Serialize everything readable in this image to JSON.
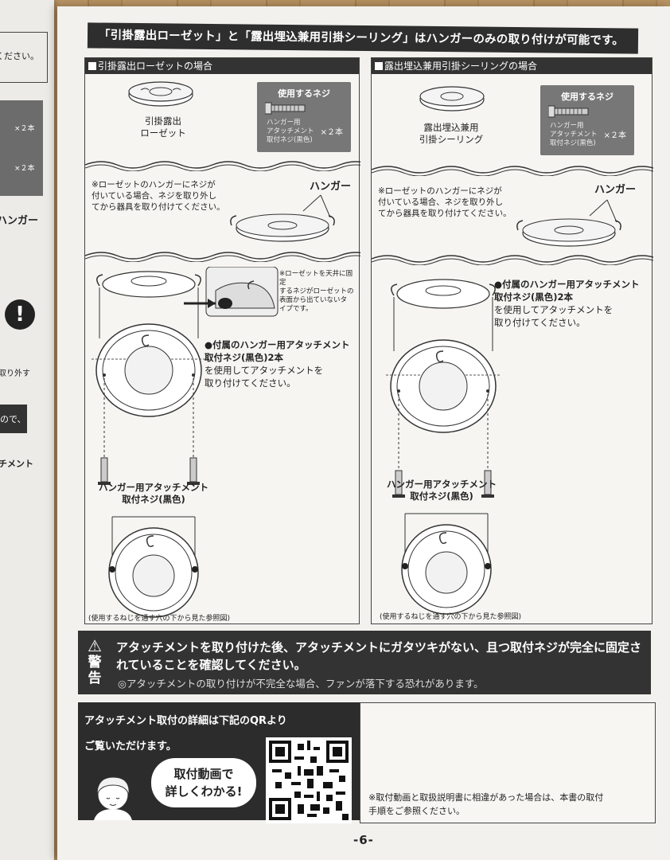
{
  "banner": "「引掛露出ローゼット」と「露出埋込兼用引掛シーリング」はハンガーのみの取り付けが可能です。",
  "left_panel": {
    "heading": "引掛露出ローゼットの場合",
    "part_name_1": "引掛露出",
    "part_name_2": "ローゼット",
    "screw_title": "使用するネジ",
    "screw_desc_1": "ハンガー用",
    "screw_desc_2": "アタッチメント",
    "screw_desc_3": "取付ネジ(黒色)",
    "screw_qty": "×２本",
    "note_1": "※ローゼットのハンガーにネジが",
    "note_2": "付いている場合、ネジを取り外し",
    "note_3": "てから器具を取り付けてください。",
    "hanger": "ハンガー",
    "small_note_1": "※ローゼットを天井に固定",
    "small_note_2": "するネジがローゼットの",
    "small_note_3": "表面から出ていないタ",
    "small_note_4": "イプです。",
    "instr_1": "●付属のハンガー用アタッチメント",
    "instr_2": "取付ネジ(黒色)2本",
    "instr_3": "を使用してアタッチメントを",
    "instr_4": "取り付けてください。",
    "screw_label_1": "ハンガー用アタッチメント",
    "screw_label_2": "取付ネジ(黒色)",
    "caption": "(使用するねじを通す穴の下から見た参照図)"
  },
  "right_panel": {
    "heading": "露出埋込兼用引掛シーリングの場合",
    "part_name_1": "露出埋込兼用",
    "part_name_2": "引掛シーリング",
    "screw_title": "使用するネジ",
    "screw_desc_1": "ハンガー用",
    "screw_desc_2": "アタッチメント",
    "screw_desc_3": "取付ネジ(黒色)",
    "screw_qty": "×２本",
    "note_1": "※ローゼットのハンガーにネジが",
    "note_2": "付いている場合、ネジを取り外し",
    "note_3": "てから器具を取り付けてください。",
    "hanger": "ハンガー",
    "instr_1": "●付属のハンガー用アタッチメント",
    "instr_2": "取付ネジ(黒色)2本",
    "instr_3": "を使用してアタッチメントを",
    "instr_4": "取り付けてください。",
    "screw_label_1": "ハンガー用アタッチメント",
    "screw_label_2": "取付ネジ(黒色)",
    "caption": "(使用するねじを通す穴の下から見た参照図)"
  },
  "warning": {
    "label_1": "警",
    "label_2": "告",
    "line_1": "アタッチメントを取り付けた後、アタッチメントにガタツキがない、且つ取付ネジが完全に固定さ",
    "line_2": "れていることを確認してください。",
    "sub": "◎アタッチメントの取り付けが不完全な場合、ファンが落下する恐れがあります。"
  },
  "qr": {
    "line_1": "アタッチメント取付の詳細は下記のQRより",
    "line_2": "ご覧いただけます。",
    "bubble_1": "取付動画で",
    "bubble_2": "詳しくわかる!"
  },
  "note_box": {
    "line_1": "※取付動画と取扱説明書に相違があった場合は、本書の取付",
    "line_2": "手順をご参照ください。"
  },
  "page_number": "-6-",
  "left_page": {
    "t1": "ください。",
    "t2": "×２本",
    "t3": "×２本",
    "t4": "ハンガー",
    "t5": "取り外す",
    "t6": "ので、",
    "t7": "チメント"
  }
}
